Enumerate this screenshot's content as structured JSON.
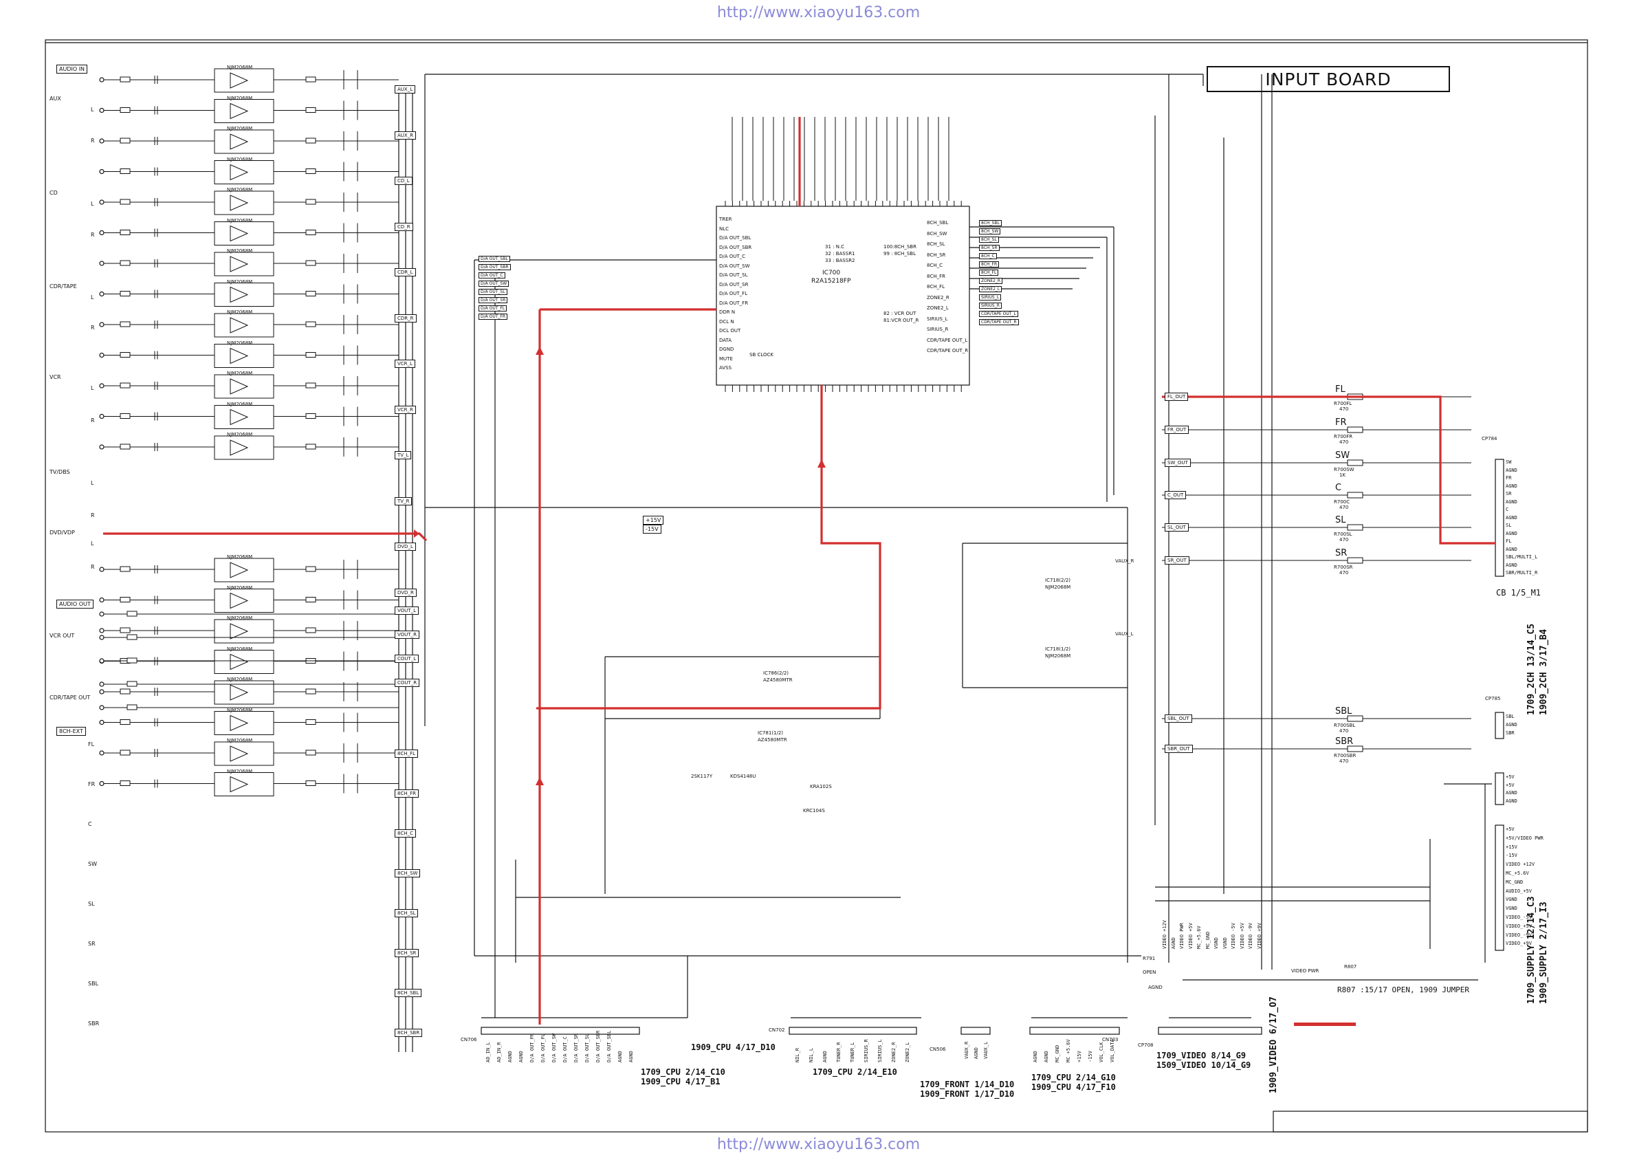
{
  "header": {
    "watermark_top": "http://www.xiaoyu163.com",
    "watermark_bottom": "http://www.xiaoyu163.com"
  },
  "title": "INPUT BOARD",
  "colors": {
    "signal_path": "#d32f2f",
    "line": "#111111",
    "watermark": "#8a8ad8"
  },
  "left": {
    "group_labels": [
      "AUDIO IN",
      "AUDIO OUT",
      "8CH-EXT"
    ],
    "inputs": [
      {
        "name": "AUX",
        "l": "L",
        "r": "R"
      },
      {
        "name": "CD",
        "l": "L",
        "r": "R"
      },
      {
        "name": "CDR/TAPE",
        "l": "L",
        "r": "R"
      },
      {
        "name": "VCR",
        "l": "L",
        "r": "R"
      },
      {
        "name": "TV/DBS",
        "l": "L",
        "r": "R"
      },
      {
        "name": "DVD/VDP",
        "l": "L",
        "r": "R"
      }
    ],
    "outputs": [
      "VCR OUT",
      "CDR/TAPE OUT"
    ],
    "ext": [
      "FL",
      "FR",
      "C",
      "SW",
      "SL",
      "SR",
      "SBL",
      "SBR"
    ],
    "opamp": "NJM2068M",
    "bus_labels": [
      "AUX_L",
      "AUX_R",
      "CD_L",
      "CD_R",
      "CDR_L",
      "CDR_R",
      "VCR_L",
      "VCR_R",
      "TV_L",
      "TV_R",
      "DVD_L",
      "DVD_R",
      "VOUT_L",
      "VOUT_R",
      "COUT_L",
      "COUT_R",
      "8CH_FL",
      "8CH_FR",
      "8CH_C",
      "8CH_SW",
      "8CH_SL",
      "8CH_SR",
      "8CH_SBL",
      "8CH_SBR"
    ]
  },
  "ic": {
    "name": "IC700",
    "part": "R2A15218FP",
    "notes": [
      "31 : N.C",
      "32 : BASSR1",
      "33 : BASSR2",
      "100:8CH_SBR",
      "99 : 8CH_SBL",
      "82 : VCR OUT",
      "81:VCR OUT_R"
    ],
    "left_pins": [
      "TRER",
      "NLC",
      "D/A OUT_SBL",
      "D/A OUT_SBR",
      "D/A OUT_C",
      "D/A OUT_SW",
      "D/A OUT_SL",
      "D/A OUT_SR",
      "D/A OUT_FL",
      "D/A OUT_FR",
      "DDR N",
      "DCL N",
      "DCL OUT",
      "DATA",
      "DGND",
      "MUTE",
      "AVSS"
    ],
    "right_pins": [
      "8CH_SBL",
      "8CH_SW",
      "8CH_SL",
      "8CH_SR",
      "8CH_C",
      "8CH_FR",
      "8CH_FL",
      "ZONE2_R",
      "ZONE2_L",
      "SIRIUS_L",
      "SIRIUS_R",
      "CDR/TAPE OUT_L",
      "CDR/TAPE OUT_R"
    ],
    "clock_label": "SB CLOCK"
  },
  "outputs": {
    "channels": [
      {
        "name": "FL",
        "res": "R700FL",
        "val": "470"
      },
      {
        "name": "FR",
        "res": "R700FR",
        "val": "470"
      },
      {
        "name": "SW",
        "res": "R700SW",
        "val": "1K"
      },
      {
        "name": "C",
        "res": "R700C",
        "val": "470"
      },
      {
        "name": "SL",
        "res": "R700SL",
        "val": "470"
      },
      {
        "name": "SR",
        "res": "R700SR",
        "val": "470"
      },
      {
        "name": "SBL",
        "res": "R700SBL",
        "val": "470"
      },
      {
        "name": "SBR",
        "res": "R700SBR",
        "val": "470"
      }
    ],
    "net_labels": [
      "FL_OUT",
      "FR_OUT",
      "SW_OUT",
      "C_OUT",
      "SL_OUT",
      "SR_OUT",
      "SBL_OUT",
      "SBR_OUT"
    ],
    "cp784_pins": [
      "SW",
      "AGND",
      "FR",
      "AGND",
      "SR",
      "AGND",
      "C",
      "AGND",
      "SL",
      "AGND",
      "FL",
      "AGND",
      "SBL/MULTI_L",
      "AGND",
      "SBR/MULTI_R"
    ],
    "cp784_name": "CP784",
    "cp784_ref": "CB 1/5_M1",
    "cp785_name": "CP785",
    "cp785_pins": [
      "SBL",
      "AGND",
      "SBR"
    ],
    "cn513_pins": [
      "+5V",
      "+5V",
      "AGND",
      "AGND"
    ],
    "supply_pins": [
      "+5V",
      "+5V/VIDEO PWR",
      "+15V",
      "-15V",
      "VIDEO +12V",
      "MC_+5.6V",
      "MC_GND",
      "AUDIO_+5V",
      "VGND",
      "VGND",
      "VIDEO_-5V",
      "VIDEO_+5V",
      "VIDEO_-9V",
      "VIDEO_+9V"
    ]
  },
  "right_refs": [
    "1709_2CH 13/14_C5",
    "1909_2CH 3/17_B4",
    "1709_SUPPLY 12/14_C3",
    "1909_SUPPLY 2/17_I3",
    "1909_VIDEO 6/17_O7"
  ],
  "bottom_refs": [
    {
      "l1": "1709_CPU 2/14_C10",
      "l2": "1909_CPU 4/17_B1"
    },
    {
      "l1": "1909_CPU 4/17_D10",
      "l2": ""
    },
    {
      "l1": "1709_CPU 2/14_E10",
      "l2": ""
    },
    {
      "l1": "1709_FRONT 1/14_D10",
      "l2": "1909_FRONT 1/17_D10"
    },
    {
      "l1": "1709_CPU 2/14_G10",
      "l2": "1909_CPU 4/17_F10"
    },
    {
      "l1": "1709_VIDEO 8/14_G9",
      "l2": "1509_VIDEO 10/14_G9"
    }
  ],
  "note_r807": "R807 :15/17 OPEN, 1909 JUMPER",
  "connectors": [
    "CN706",
    "CN702",
    "CN506",
    "CN703",
    "CP708"
  ],
  "cn706_pins": [
    "AD_IN_L",
    "AD_IN_R",
    "AGND",
    "AGND",
    "D/A OUT_FR",
    "D/A OUT_FL",
    "D/A OUT_SW",
    "D/A OUT_C",
    "D/A OUT_SR",
    "D/A OUT_SL",
    "D/A OUT_SBR",
    "D/A OUT_SBL",
    "AGND",
    "AGND"
  ],
  "cn702_pins": [
    "NIL_R",
    "NIL_L",
    "AGND",
    "TUNER_R",
    "TUNER_L",
    "SIRIUS_R",
    "SIRIUS_L",
    "ZONE2_R",
    "ZONE2_L"
  ],
  "cn506_pins": [
    "VAUX_R",
    "AGND",
    "VAUX_L"
  ],
  "cn703_pins": [
    "AGND",
    "AGND",
    "MC_GND",
    "MC +5.6V",
    "+15V",
    "-15V",
    "VOL_CLK",
    "VOL_DATA"
  ],
  "cp708_pins": [
    "VIDEO +12V",
    "AGND",
    "VIDEO PWR",
    "VIDEO +5V",
    "MC_+5.6V",
    "MC_GND",
    "VGND",
    "VGND",
    "VIDEO -5V",
    "VIDEO +5V",
    "VIDEO -9V",
    "VIDEO +9V"
  ],
  "misc_labels": {
    "video_pwr": "VIDEO PWR",
    "r807": "R807",
    "r791": "R791",
    "open": "OPEN",
    "agnd": "AGND",
    "ic786": "IC786(2/2)",
    "ic781": "IC781(1/2)",
    "az4580": "AZ4580MTR",
    "ic718": "IC718(2/2)",
    "ic718b": "IC718(1/2)",
    "njm2068": "NJM2068M",
    "q780": "2SK117Y",
    "q781": "KDS4148U",
    "q782": "KRA102S",
    "q783": "KRC104S",
    "vaux_r": "VAUX_R",
    "vaux_l": "VAUX_L",
    "a15v": "+15V",
    "b15v": "-15V"
  }
}
